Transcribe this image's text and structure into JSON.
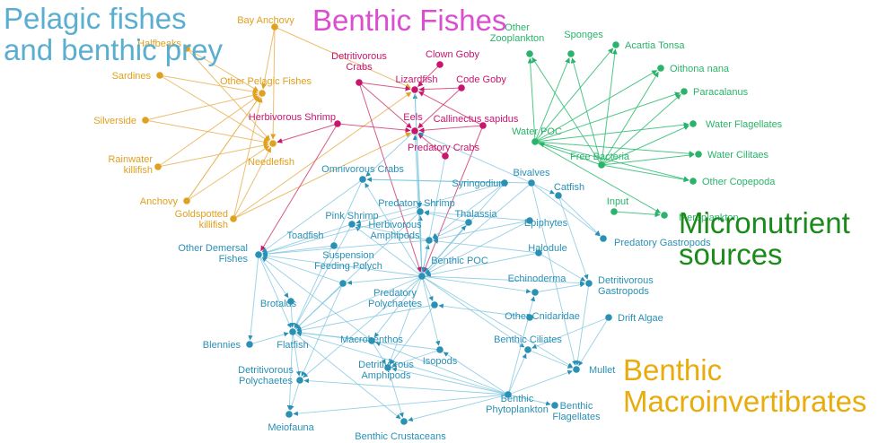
{
  "groups": {
    "pelagic": "Pelagic fishes\nand benthic prey",
    "benthic_fishes": "Benthic Fishes",
    "micronutrient": "Micronutrient\nsources",
    "macroinvertebrates": "Benthic\nMacroinvertibrates"
  },
  "colors": {
    "orange": "#e0a020",
    "magenta": "#c8166e",
    "green": "#2ab36a",
    "blue": "#2a90b4",
    "edge_orange": "#eab760",
    "edge_magenta": "#d4487e",
    "edge_green": "#3cc07a",
    "edge_blue": "#7cc4de"
  },
  "nodes": [
    {
      "id": "bay_anchovy",
      "label": "Bay Anchovy",
      "group": "orange"
    },
    {
      "id": "halfbeaks",
      "label": "Halfbeaks",
      "group": "orange"
    },
    {
      "id": "sardines",
      "label": "Sardines",
      "group": "orange"
    },
    {
      "id": "other_pelagic",
      "label": "Other Pelagic Fishes",
      "group": "orange"
    },
    {
      "id": "silverside",
      "label": "Silverside",
      "group": "orange"
    },
    {
      "id": "needlefish",
      "label": "Needlefish",
      "group": "orange"
    },
    {
      "id": "rainwater_killifish",
      "label": "Rainwater\nkillifish",
      "group": "orange"
    },
    {
      "id": "anchovy",
      "label": "Anchovy",
      "group": "orange"
    },
    {
      "id": "goldspotted_killifish",
      "label": "Goldspotted\nkillifish",
      "group": "orange"
    },
    {
      "id": "detritivorous_crabs",
      "label": "Detritivorous\nCrabs",
      "group": "magenta"
    },
    {
      "id": "clown_goby",
      "label": "Clown Goby",
      "group": "magenta"
    },
    {
      "id": "lizardfish",
      "label": "Lizardfish",
      "group": "magenta"
    },
    {
      "id": "code_goby",
      "label": "Code Goby",
      "group": "magenta"
    },
    {
      "id": "herbivorous_shrimp",
      "label": "Herbivorous Shrimp",
      "group": "magenta"
    },
    {
      "id": "eels",
      "label": "Eels",
      "group": "magenta"
    },
    {
      "id": "callinectus",
      "label": "Callinectus sapidus",
      "group": "magenta"
    },
    {
      "id": "predatory_crabs",
      "label": "Predatory Crabs",
      "group": "magenta"
    },
    {
      "id": "other_zooplankton",
      "label": "Other\nZooplankton",
      "group": "green"
    },
    {
      "id": "sponges",
      "label": "Sponges",
      "group": "green"
    },
    {
      "id": "acartia",
      "label": "Acartia Tonsa",
      "group": "green"
    },
    {
      "id": "oithona",
      "label": "Oithona nana",
      "group": "green"
    },
    {
      "id": "paracalanus",
      "label": "Paracalanus",
      "group": "green"
    },
    {
      "id": "water_poc",
      "label": "Water POC",
      "group": "green"
    },
    {
      "id": "water_flagellates",
      "label": "Water Flagellates",
      "group": "green"
    },
    {
      "id": "free_bacteria",
      "label": "Free Bacteria",
      "group": "green"
    },
    {
      "id": "water_ciliates",
      "label": "Water Cilitaes",
      "group": "green"
    },
    {
      "id": "other_copepoda",
      "label": "Other Copepoda",
      "group": "green"
    },
    {
      "id": "input",
      "label": "Input",
      "group": "green"
    },
    {
      "id": "meroplankton",
      "label": "Meroplankton",
      "group": "green"
    },
    {
      "id": "omnivorous_crabs",
      "label": "Omnivorous Crabs",
      "group": "blue"
    },
    {
      "id": "bivalves",
      "label": "Bivalves",
      "group": "blue"
    },
    {
      "id": "syringodium",
      "label": "Syringodium",
      "group": "blue"
    },
    {
      "id": "catfish",
      "label": "Catfish",
      "group": "blue"
    },
    {
      "id": "predatory_shrimp",
      "label": "Predatory Shrimp",
      "group": "blue"
    },
    {
      "id": "thalassia",
      "label": "Thalassia",
      "group": "blue"
    },
    {
      "id": "epiphytes",
      "label": "Epiphytes",
      "group": "blue"
    },
    {
      "id": "pink_shrimp",
      "label": "Pink Shrimp",
      "group": "blue"
    },
    {
      "id": "herbivorous_amphipods",
      "label": "Herbivorous\nAmphipods",
      "group": "blue"
    },
    {
      "id": "toadfish",
      "label": "Toadfish",
      "group": "blue"
    },
    {
      "id": "halodule",
      "label": "Halodule",
      "group": "blue"
    },
    {
      "id": "predatory_gastropods",
      "label": "Predatory Gastropods",
      "group": "blue"
    },
    {
      "id": "other_demersal",
      "label": "Other Demersal\nFishes",
      "group": "blue"
    },
    {
      "id": "benthic_poc",
      "label": "Benthic POC",
      "group": "blue"
    },
    {
      "id": "suspension_feeding",
      "label": "Suspension\nFeeding Polych",
      "group": "blue"
    },
    {
      "id": "echinoderma",
      "label": "Echinoderma",
      "group": "blue"
    },
    {
      "id": "detritivorous_gastropods",
      "label": "Detritivorous\nGastropods",
      "group": "blue"
    },
    {
      "id": "brotalus",
      "label": "Brotalus",
      "group": "blue"
    },
    {
      "id": "predatory_polychaetes",
      "label": "Predatory\nPolychaetes",
      "group": "blue"
    },
    {
      "id": "other_cnidaridae",
      "label": "Other Cnidaridae",
      "group": "blue"
    },
    {
      "id": "drift_algae",
      "label": "Drift Algae",
      "group": "blue"
    },
    {
      "id": "blennies",
      "label": "Blennies",
      "group": "blue"
    },
    {
      "id": "flatfish",
      "label": "Flatfish",
      "group": "blue"
    },
    {
      "id": "macrobenthos",
      "label": "Macrobenthos",
      "group": "blue"
    },
    {
      "id": "benthic_ciliates",
      "label": "Benthic Ciliates",
      "group": "blue"
    },
    {
      "id": "isopods",
      "label": "Isopods",
      "group": "blue"
    },
    {
      "id": "mullet",
      "label": "Mullet",
      "group": "blue"
    },
    {
      "id": "detritivorous_polychaetes",
      "label": "Detritivorous\nPolychaetes",
      "group": "blue"
    },
    {
      "id": "detritivorous_amphipods",
      "label": "Detritivorous\nAmphipods",
      "group": "blue"
    },
    {
      "id": "benthic_phytoplankton",
      "label": "Benthic\nPhytoplankton",
      "group": "blue"
    },
    {
      "id": "benthic_flagellates",
      "label": "Benthic\nFlagellates",
      "group": "blue"
    },
    {
      "id": "meiofauna",
      "label": "Meiofauna",
      "group": "blue"
    },
    {
      "id": "benthic_crustaceans",
      "label": "Benthic Crustaceans",
      "group": "blue"
    }
  ]
}
